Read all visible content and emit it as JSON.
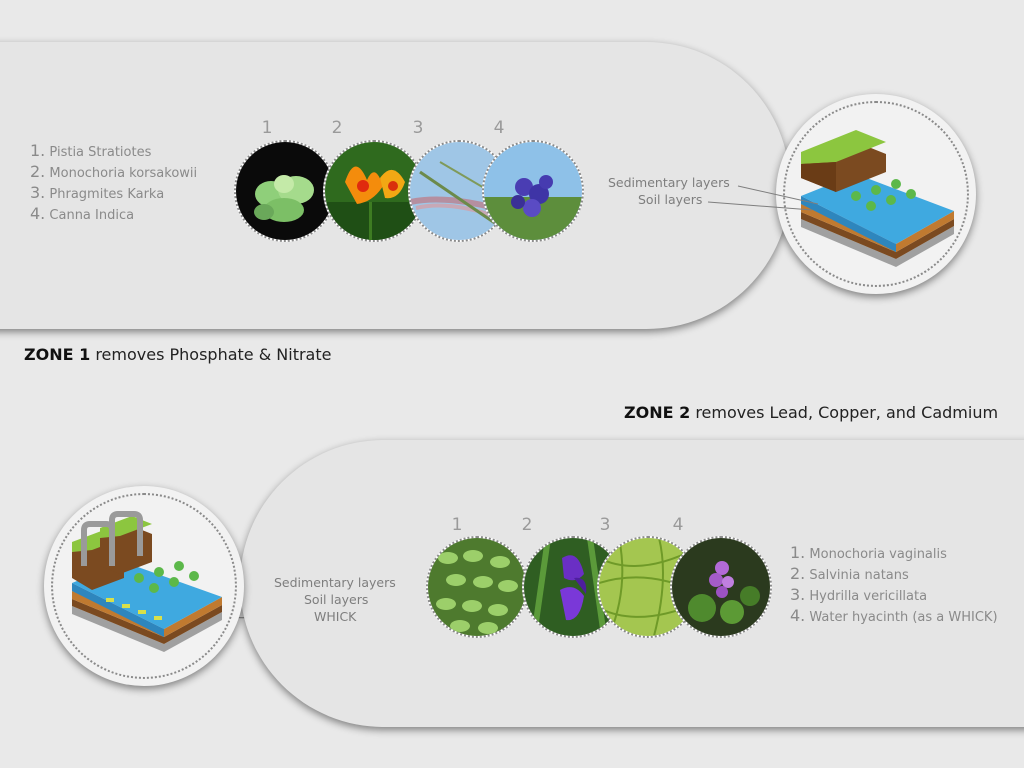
{
  "zone1": {
    "title_bold": "ZONE 1",
    "title_rest": " removes Phosphate & Nitrate",
    "plants": [
      {
        "num": "1.",
        "name": "Pistia Stratiotes"
      },
      {
        "num": "2.",
        "name": "Monochoria korsakowii"
      },
      {
        "num": "3.",
        "name": "Phragmites Karka"
      },
      {
        "num": "4.",
        "name": "Canna Indica"
      }
    ],
    "photo_numbers": [
      "1",
      "2",
      "3",
      "4"
    ],
    "layer_labels": {
      "sedimentary": "Sedimentary layers",
      "soil": "Soil layers"
    }
  },
  "zone2": {
    "title_bold": "ZONE 2",
    "title_rest": " removes Lead, Copper, and Cadmium",
    "plants": [
      {
        "num": "1.",
        "name": "Monochoria vaginalis"
      },
      {
        "num": "2.",
        "name": "Salvinia natans"
      },
      {
        "num": "3.",
        "name": "Hydrilla vericillata"
      },
      {
        "num": "4.",
        "name": "Water hyacinth (as a WHICK)"
      }
    ],
    "photo_numbers": [
      "1",
      "2",
      "3",
      "4"
    ],
    "layer_labels": {
      "sedimentary": "Sedimentary layers",
      "soil": "Soil layers",
      "whick": "WHICK"
    }
  },
  "colors": {
    "panel": "#e5e5e5",
    "water": "#3fa9e0",
    "grass": "#8cc63f",
    "soil": "#7b4a20",
    "gravel": "#a0a0a0",
    "text_gray": "#8a8a8a"
  }
}
